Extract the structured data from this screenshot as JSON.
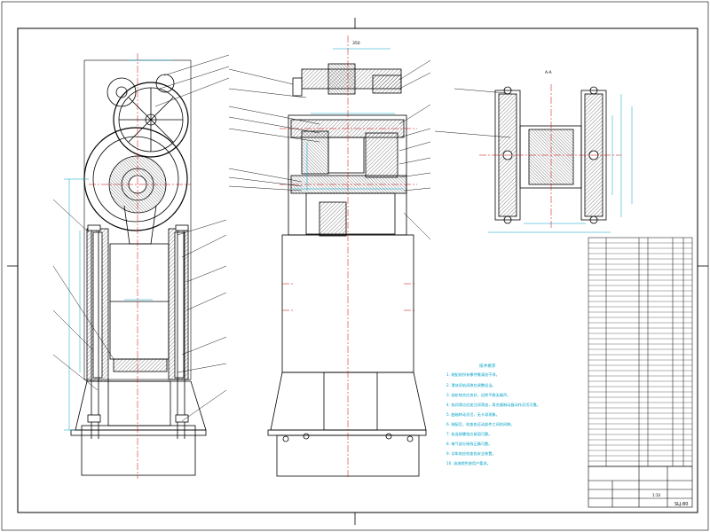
{
  "drawing": {
    "drawing_number": "SLJ-80",
    "scale": "1:10",
    "side_view_label": "A-A",
    "top_dimension": "350"
  },
  "tech_notes": {
    "title": "技术要求",
    "items": [
      "1. 装配前所有零件需清洗干净。",
      "2. 滑块导轨间隙应调整适当。",
      "3. 齿轮啮合应良好，运转平稳无噪声。",
      "4. 各润滑点应加注润滑油，离合器制动器动作灵活可靠。",
      "5. 曲轴转动灵活，无卡滞现象。",
      "6. 装配后，检查各运动部件之间的间隙。",
      "7. 各连接螺栓应紧固可靠。",
      "8. 电气部分接线正确可靠。",
      "9. 试车前应检查各安全装置。",
      "10. 油漆颜色按用户要求。"
    ]
  },
  "colors": {
    "frame": "#000000",
    "centerline": "#c80000",
    "dimension": "#00a0c8",
    "section_fill": "#8a8a8a"
  }
}
